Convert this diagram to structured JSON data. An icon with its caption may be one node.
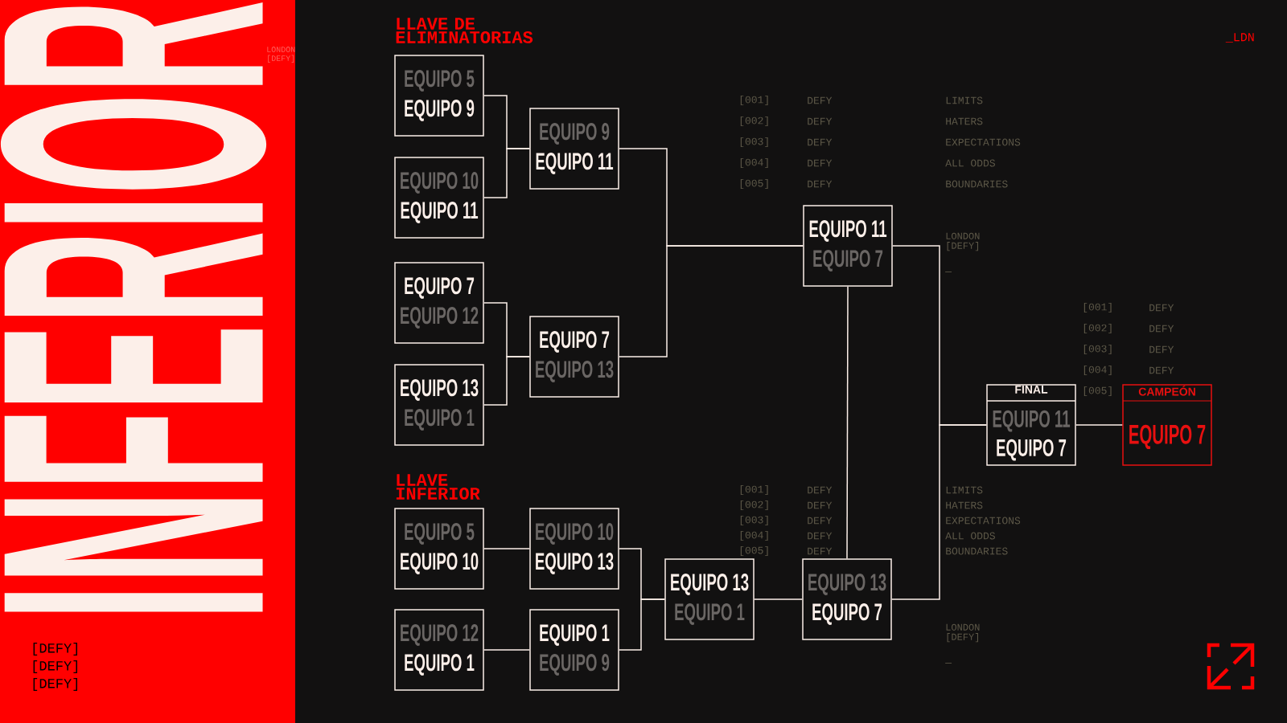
{
  "diagram": {
    "nodes": [
      {
        "text": [
          "EQUIPO 5",
          "EQUIPO 9"
        ]
      },
      {
        "text": [
          "EQUIPO 10",
          "EQUIPO 11"
        ]
      },
      {
        "text": [
          "EQUIPO 7",
          "EQUIPO 12"
        ]
      },
      {
        "text": [
          "EQUIPO 13",
          "EQUIPO 1"
        ]
      },
      {
        "text": [
          "EQUIPO 9",
          "EQUIPO 11"
        ]
      },
      {
        "text": [
          "EQUIPO 7",
          "EQUIPO 13"
        ]
      },
      {
        "text": [
          "EQUIPO 11",
          "EQUIPO 7"
        ]
      },
      {
        "text": [
          "EQUIPO 5",
          "EQUIPO 10"
        ]
      },
      {
        "text": [
          "EQUIPO 12",
          "EQUIPO 1"
        ]
      },
      {
        "text": [
          "EQUIPO 10",
          "EQUIPO 13"
        ]
      },
      {
        "text": [
          "EQUIPO 1",
          "EQUIPO 9"
        ]
      },
      {
        "text": [
          "EQUIPO 13",
          "EQUIPO 1"
        ]
      },
      {
        "text": [
          "EQUIPO 13",
          "EQUIPO 7"
        ]
      },
      {
        "text": [
          "FINAL",
          "EQUIPO 11",
          "EQUIPO 7"
        ]
      },
      {
        "text": [
          "CAMPEÓN",
          "EQUIPO 7"
        ]
      }
    ],
    "edges": [
      {
        "from": 0,
        "to": 4,
        "arrow": "none"
      },
      {
        "from": 1,
        "to": 4,
        "arrow": "none"
      },
      {
        "from": 2,
        "to": 5,
        "arrow": "none"
      },
      {
        "from": 3,
        "to": 5,
        "arrow": "none"
      },
      {
        "from": 4,
        "to": 6,
        "arrow": "none"
      },
      {
        "from": 5,
        "to": 6,
        "arrow": "none"
      },
      {
        "from": 7,
        "to": 9,
        "arrow": "none"
      },
      {
        "from": 8,
        "to": 10,
        "arrow": "none"
      },
      {
        "from": 9,
        "to": 11,
        "arrow": "none"
      },
      {
        "from": 10,
        "to": 11,
        "arrow": "none"
      },
      {
        "from": 11,
        "to": 12,
        "arrow": "none"
      },
      {
        "from": 6,
        "to": 12,
        "arrow": "none"
      },
      {
        "from": 6,
        "to": 13,
        "arrow": "none"
      },
      {
        "from": 12,
        "to": 13,
        "arrow": "none"
      },
      {
        "from": 13,
        "to": 14,
        "arrow": "none"
      }
    ],
    "labels": [
      "INFERIOR",
      "LONDON [DEFY]",
      "LLAVE DE ELIMINATORIAS",
      "_LDN",
      "[001]",
      "DEFY",
      "LIMITS",
      "[002]",
      "DEFY",
      "HATERS",
      "[003]",
      "DEFY",
      "EXPECTATIONS",
      "[004]",
      "DEFY",
      "ALL ODDS",
      "[005]",
      "DEFY",
      "BOUNDARIES",
      "LONDON [DEFY]",
      "—",
      "[001]",
      "DEFY",
      "[002]",
      "DEFY",
      "[003]",
      "DEFY",
      "[004]",
      "DEFY",
      "[005]",
      "LLAVE INFERIOR",
      "[001]",
      "DEFY",
      "LIMITS",
      "[002]",
      "DEFY",
      "HATERS",
      "[003]",
      "DEFY",
      "EXPECTATIONS",
      "[004]",
      "DEFY",
      "ALL ODDS",
      "[005]",
      "DEFY",
      "BOUNDARIES",
      "LONDON [DEFY]",
      "—",
      "[DEFY]",
      "[DEFY]",
      "[DEFY]"
    ]
  }
}
